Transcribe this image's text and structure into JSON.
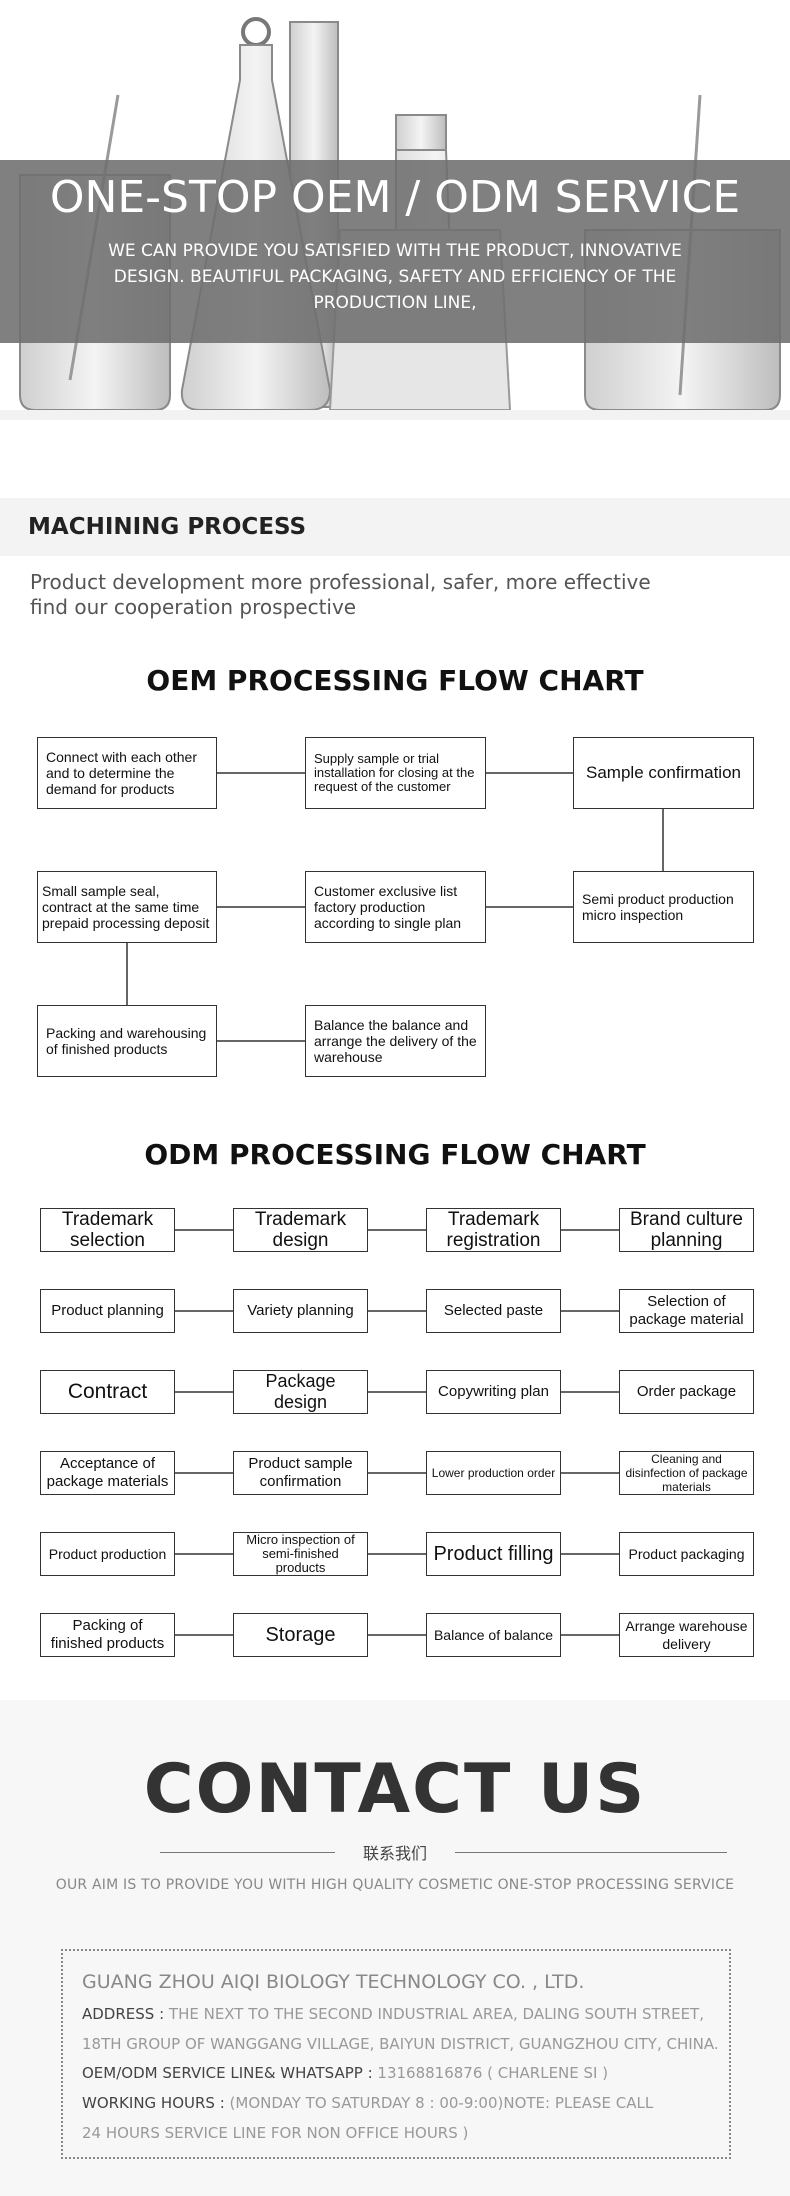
{
  "hero": {
    "title": "ONE-STOP OEM / ODM SERVICE",
    "subtitle": "WE CAN PROVIDE YOU SATISFIED WITH THE PRODUCT, INNOVATIVE DESIGN. BEAUTIFUL PACKAGING, SAFETY AND EFFICIENCY OF THE PRODUCTION LINE,",
    "band_color": "#6e6e6e"
  },
  "machining": {
    "title": "MACHINING PROCESS",
    "line1": "Product development more professional, safer, more effective",
    "line2": "find our cooperation prospective"
  },
  "oem": {
    "title": "OEM PROCESSING FLOW CHART",
    "steps": [
      "Connect with each other and to determine the demand for products",
      "Supply sample or trial installation for closing at the request of the customer",
      "Sample confirmation",
      "Semi product production micro inspection",
      "Customer exclusive list factory production according to single plan",
      "Small sample seal, contract at the same time prepaid processing deposit",
      "Packing and warehousing of finished products",
      "Balance the balance and arrange the delivery of the warehouse"
    ]
  },
  "odm": {
    "title": "ODM PROCESSING FLOW CHART",
    "rows": [
      [
        "Trademark selection",
        "Trademark design",
        "Trademark registration",
        "Brand culture planning"
      ],
      [
        "Product planning",
        "Variety planning",
        "Selected paste",
        "Selection of package material"
      ],
      [
        "Contract",
        "Package design",
        "Copywriting plan",
        "Order package"
      ],
      [
        "Acceptance of package materials",
        "Product sample confirmation",
        "Lower production order",
        "Cleaning and disinfection of package materials"
      ],
      [
        "Product production",
        "Micro inspection of semi-finished products",
        "Product filling",
        "Product packaging"
      ],
      [
        "Packing of finished products",
        "Storage",
        "Balance of balance",
        "Arrange warehouse delivery"
      ]
    ]
  },
  "contact": {
    "title": "CONTACT US",
    "cn": "联系我们",
    "aim": "OUR AIM IS TO PROVIDE YOU WITH HIGH QUALITY COSMETIC ONE-STOP PROCESSING SERVICE",
    "company": "GUANG ZHOU AIQI BIOLOGY TECHNOLOGY CO. , LTD.",
    "address_label": "ADDRESS :",
    "address_1": " THE NEXT TO THE SECOND INDUSTRIAL AREA, DALING SOUTH STREET,",
    "address_2": "18TH GROUP OF WANGGANG VILLAGE, BAIYUN DISTRICT, GUANGZHOU CITY, CHINA.",
    "line_label": "OEM/ODM SERVICE LINE& WHATSAPP :",
    "line_value": " 13168816876 ( CHARLENE  SI  )",
    "hours_label": "WORKING HOURS :",
    "hours_1": " (MONDAY TO SATURDAY 8 : 00-9:00)NOTE: PLEASE CALL",
    "hours_2": "24 HOURS SERVICE LINE FOR NON OFFICE HOURS )"
  }
}
